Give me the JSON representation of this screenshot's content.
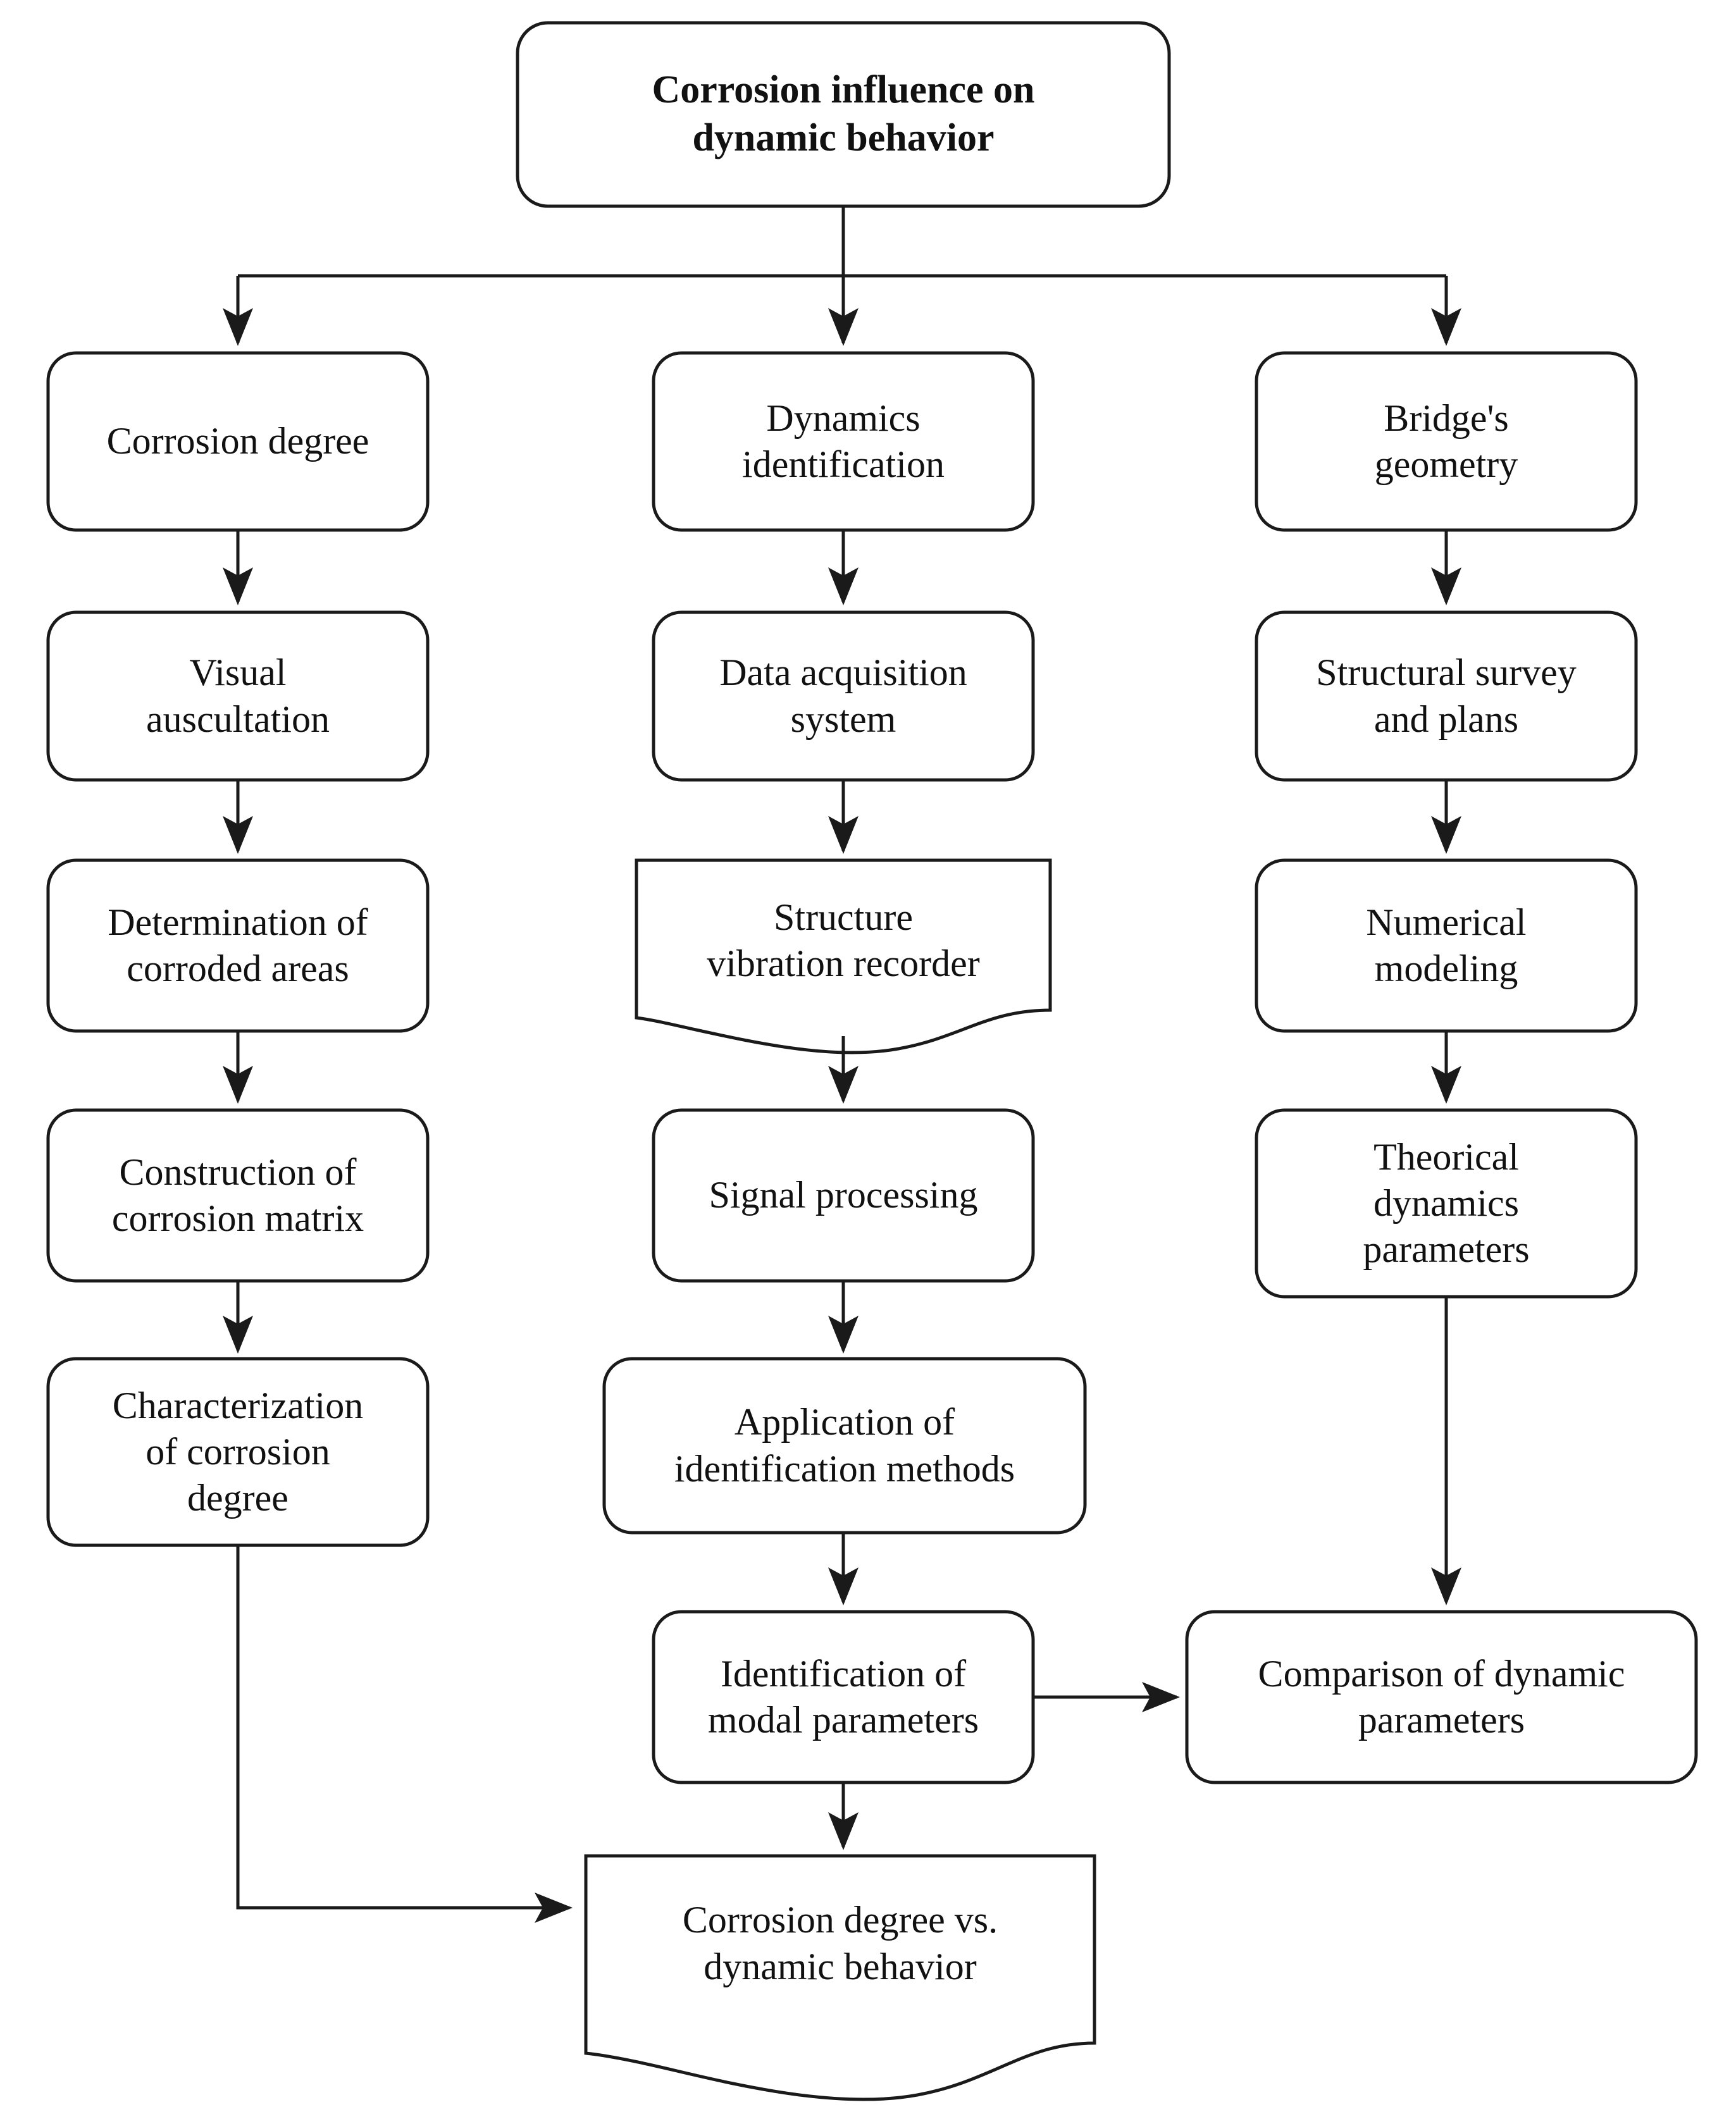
{
  "diagram": {
    "type": "flowchart",
    "title_node": {
      "id": "root",
      "label": "Corrosion influence on\ndynamic behavior",
      "shape": "rounded-rectangle",
      "bold": true
    },
    "columns": [
      {
        "name": "corrosion-branch",
        "nodes": [
          {
            "id": "corrosion-degree",
            "label": "Corrosion degree",
            "shape": "rounded-rectangle"
          },
          {
            "id": "visual-auscultation",
            "label": "Visual\nauscultation",
            "shape": "rounded-rectangle"
          },
          {
            "id": "determination-corroded-areas",
            "label": "Determination of\ncorroded areas",
            "shape": "rounded-rectangle"
          },
          {
            "id": "construction-corrosion-matrix",
            "label": "Construction of\ncorrosion matrix",
            "shape": "rounded-rectangle"
          },
          {
            "id": "characterization-corrosion-degree",
            "label": "Characterization\nof corrosion\ndegree",
            "shape": "rounded-rectangle"
          }
        ]
      },
      {
        "name": "dynamics-branch",
        "nodes": [
          {
            "id": "dynamics-identification",
            "label": "Dynamics\nidentification",
            "shape": "rounded-rectangle"
          },
          {
            "id": "data-acquisition-system",
            "label": "Data acquisition\nsystem",
            "shape": "rounded-rectangle"
          },
          {
            "id": "structure-vibration-recorder",
            "label": "Structure\nvibration recorder",
            "shape": "document-wavy-bottom"
          },
          {
            "id": "signal-processing",
            "label": "Signal processing",
            "shape": "rounded-rectangle"
          },
          {
            "id": "application-identification-methods",
            "label": "Application of\nidentification methods",
            "shape": "rounded-rectangle"
          },
          {
            "id": "identification-modal-parameters",
            "label": "Identification of\nmodal parameters",
            "shape": "rounded-rectangle"
          }
        ]
      },
      {
        "name": "geometry-branch",
        "nodes": [
          {
            "id": "bridges-geometry",
            "label": "Bridge's\ngeometry",
            "shape": "rounded-rectangle"
          },
          {
            "id": "structural-survey-and-plans",
            "label": "Structural survey\nand plans",
            "shape": "rounded-rectangle"
          },
          {
            "id": "numerical-modeling",
            "label": "Numerical\nmodeling",
            "shape": "rounded-rectangle"
          },
          {
            "id": "theorical-dynamics-parameters",
            "label": "Theorical\ndynamics\nparameters",
            "shape": "rounded-rectangle"
          }
        ]
      }
    ],
    "result_nodes": [
      {
        "id": "comparison-dynamic-parameters",
        "label": "Comparison of dynamic\nparameters",
        "shape": "rounded-rectangle"
      },
      {
        "id": "corrosion-vs-dynamic-behavior",
        "label": "Corrosion degree vs.\ndynamic behavior",
        "shape": "document-wavy-bottom"
      }
    ],
    "edges": [
      {
        "from": "root",
        "to": "corrosion-degree",
        "style": "elbow-arrow"
      },
      {
        "from": "root",
        "to": "dynamics-identification",
        "style": "straight-arrow"
      },
      {
        "from": "root",
        "to": "bridges-geometry",
        "style": "elbow-arrow"
      },
      {
        "from": "corrosion-degree",
        "to": "visual-auscultation",
        "style": "straight-arrow"
      },
      {
        "from": "visual-auscultation",
        "to": "determination-corroded-areas",
        "style": "straight-arrow"
      },
      {
        "from": "determination-corroded-areas",
        "to": "construction-corrosion-matrix",
        "style": "straight-arrow"
      },
      {
        "from": "construction-corrosion-matrix",
        "to": "characterization-corrosion-degree",
        "style": "straight-arrow"
      },
      {
        "from": "characterization-corrosion-degree",
        "to": "corrosion-vs-dynamic-behavior",
        "style": "elbow-arrow"
      },
      {
        "from": "dynamics-identification",
        "to": "data-acquisition-system",
        "style": "straight-arrow"
      },
      {
        "from": "data-acquisition-system",
        "to": "structure-vibration-recorder",
        "style": "straight-arrow"
      },
      {
        "from": "structure-vibration-recorder",
        "to": "signal-processing",
        "style": "straight-arrow"
      },
      {
        "from": "signal-processing",
        "to": "application-identification-methods",
        "style": "straight-arrow"
      },
      {
        "from": "application-identification-methods",
        "to": "identification-modal-parameters",
        "style": "straight-arrow"
      },
      {
        "from": "identification-modal-parameters",
        "to": "comparison-dynamic-parameters",
        "style": "straight-arrow-right"
      },
      {
        "from": "identification-modal-parameters",
        "to": "corrosion-vs-dynamic-behavior",
        "style": "straight-arrow"
      },
      {
        "from": "bridges-geometry",
        "to": "structural-survey-and-plans",
        "style": "straight-arrow"
      },
      {
        "from": "structural-survey-and-plans",
        "to": "numerical-modeling",
        "style": "straight-arrow"
      },
      {
        "from": "numerical-modeling",
        "to": "theorical-dynamics-parameters",
        "style": "straight-arrow"
      },
      {
        "from": "theorical-dynamics-parameters",
        "to": "comparison-dynamic-parameters",
        "style": "straight-arrow"
      }
    ],
    "colors": {
      "stroke": "#1a1a1a",
      "fill": "#ffffff",
      "text": "#111111"
    }
  }
}
